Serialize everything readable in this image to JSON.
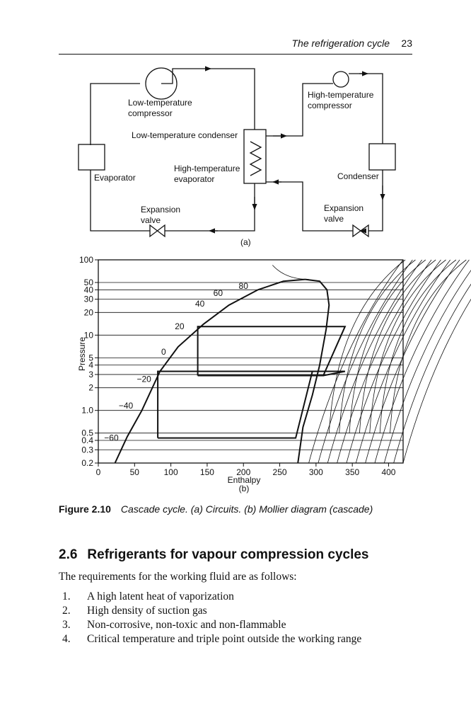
{
  "header": {
    "running_title": "The refrigeration cycle",
    "page_number": "23"
  },
  "circuit": {
    "labels": {
      "low_comp_1": "Low-temperature",
      "low_comp_2": "compressor",
      "high_comp_1": "High-temperature",
      "high_comp_2": "compressor",
      "low_condenser": "Low-temperature condenser",
      "high_evap_1": "High-temperature",
      "high_evap_2": "evaporator",
      "evaporator": "Evaporator",
      "condenser": "Condenser",
      "exp_valve_1a": "Expansion",
      "exp_valve_1b": "valve",
      "exp_valve_2a": "Expansion",
      "exp_valve_2b": "valve",
      "part_a": "(a)"
    }
  },
  "chart_data": {
    "type": "line",
    "title": "",
    "xlabel": "Enthalpy",
    "ylabel": "Pressure",
    "sublabel": "(b)",
    "xlim": [
      0,
      420
    ],
    "ylim": [
      0.2,
      100
    ],
    "yscale": "log",
    "x_ticks": [
      "0",
      "50",
      "100",
      "150",
      "200",
      "250",
      "300",
      "350",
      "400"
    ],
    "y_ticks": [
      "0.2",
      "0.3",
      "0.4",
      "0.5",
      "1.0",
      "2",
      "3",
      "4",
      "5",
      "10",
      "20",
      "30",
      "40",
      "50",
      "100"
    ],
    "isotherm_labels": [
      "80",
      "60",
      "40",
      "20",
      "0",
      "−20",
      "−40",
      "−60"
    ],
    "saturation_dome": {
      "liquid": [
        [
          23,
          0.2
        ],
        [
          40,
          0.45
        ],
        [
          60,
          1.0
        ],
        [
          85,
          3.3
        ],
        [
          110,
          7.0
        ],
        [
          145,
          14.0
        ],
        [
          180,
          25.0
        ],
        [
          220,
          40.0
        ],
        [
          255,
          52.0
        ],
        [
          285,
          55.0
        ]
      ],
      "vapour": [
        [
          285,
          55.0
        ],
        [
          305,
          52.0
        ],
        [
          315,
          40.0
        ],
        [
          318,
          25.0
        ],
        [
          314,
          12.0
        ],
        [
          305,
          4.0
        ],
        [
          295,
          1.6
        ],
        [
          282,
          0.6
        ],
        [
          275,
          0.2
        ]
      ]
    },
    "low_cycle": [
      [
        82,
        0.43
      ],
      [
        82,
        3.3
      ],
      [
        295,
        3.3
      ],
      [
        272,
        0.43
      ],
      [
        82,
        0.43
      ]
    ],
    "high_cycle": [
      [
        137,
        2.9
      ],
      [
        137,
        13.0
      ],
      [
        340,
        13.0
      ],
      [
        310,
        2.9
      ],
      [
        137,
        2.9
      ]
    ],
    "low_cycle_tip": [
      [
        295,
        3.3
      ],
      [
        340,
        3.3
      ],
      [
        310,
        2.9
      ]
    ]
  },
  "caption": {
    "label": "Figure 2.10",
    "text": "Cascade cycle. (a) Circuits. (b) Mollier diagram (cascade)"
  },
  "section": {
    "number": "2.6",
    "title": "Refrigerants for vapour compression cycles",
    "intro": "The requirements for the working fluid are as follows:",
    "items": [
      {
        "n": "1.",
        "text": "A high latent heat of vaporization"
      },
      {
        "n": "2.",
        "text": "High density of suction gas"
      },
      {
        "n": "3.",
        "text": "Non-corrosive, non-toxic and non-flammable"
      },
      {
        "n": "4.",
        "text": "Critical temperature and triple point outside the working range"
      }
    ]
  }
}
